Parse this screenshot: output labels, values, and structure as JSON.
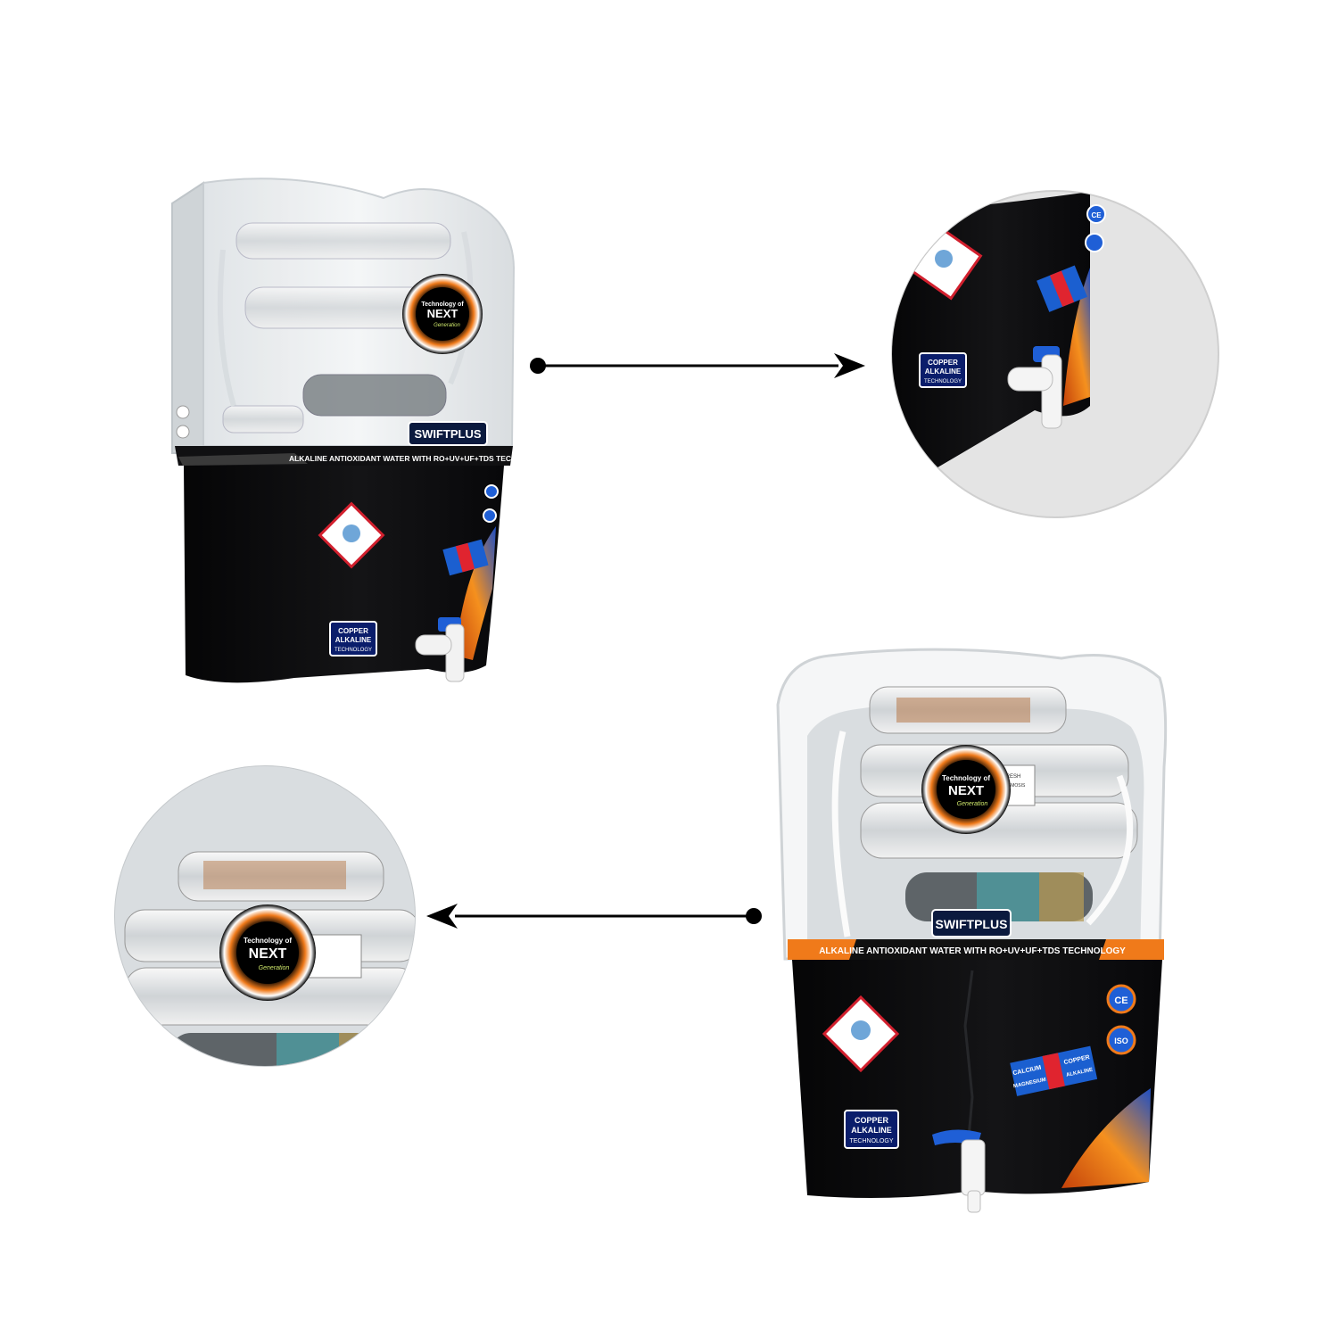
{
  "branding": {
    "model_name": "SWIFTPLUS",
    "badge_line1": "Technology of",
    "badge_line2": "NEXT",
    "badge_line3": "Generation",
    "band_text": "ALKALINE ANTIOXIDANT WATER WITH RO+UV+UF+TDS TECHNOLOGY",
    "band_text_crop": "OXIDANT WATER WITH RO+UV+UF+TDS",
    "copper_line1": "COPPER",
    "copper_line2": "ALKALINE",
    "copper_line3": "TECHNOLOGY",
    "mineral_calcium": "CALCIUM",
    "mineral_magnesium": "MAGNESIUM",
    "mineral_copper": "COPPER",
    "mineral_alkaline": "ALKALINE",
    "cert_ce": "CE",
    "cert_iso": "ISO",
    "cartridge_label_line1": "AQUA FRESH",
    "cartridge_label_line2": "REVERSE OSMOSIS"
  },
  "colors": {
    "body_black": "#0e0e10",
    "cover_white": "#eef1f3",
    "accent_orange": "#f07a1a",
    "accent_blue": "#1f5fd6",
    "zoom_bg": "#e4e4e4"
  }
}
